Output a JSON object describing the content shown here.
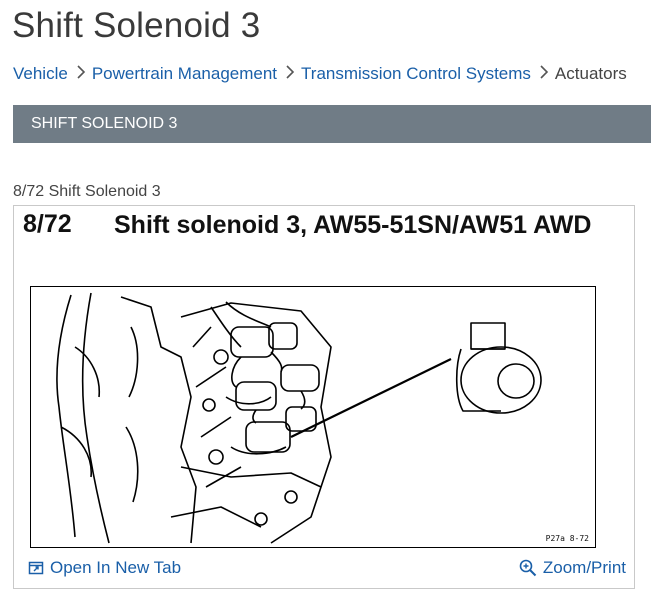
{
  "page": {
    "title": "Shift Solenoid 3"
  },
  "breadcrumb": {
    "items": [
      "Vehicle",
      "Powertrain Management",
      "Transmission Control Systems"
    ],
    "current": "Actuators"
  },
  "section": {
    "title": "SHIFT SOLENOID 3"
  },
  "figure": {
    "caption": "8/72 Shift Solenoid 3",
    "number": "8/72",
    "title": "Shift solenoid 3, AW55-51SN/AW51 AWD",
    "ref_code": "P27a 8-72"
  },
  "actions": {
    "open_new_tab": "Open In New Tab",
    "zoom_print": "Zoom/Print"
  },
  "icons": {
    "open_new_tab": "external-window-icon",
    "zoom_print": "magnifier-plus-icon",
    "breadcrumb_separator": "chevron-right-icon"
  },
  "colors": {
    "link": "#1a5fa8",
    "section_bar": "#707c86",
    "title_text": "#3a3a3a"
  }
}
